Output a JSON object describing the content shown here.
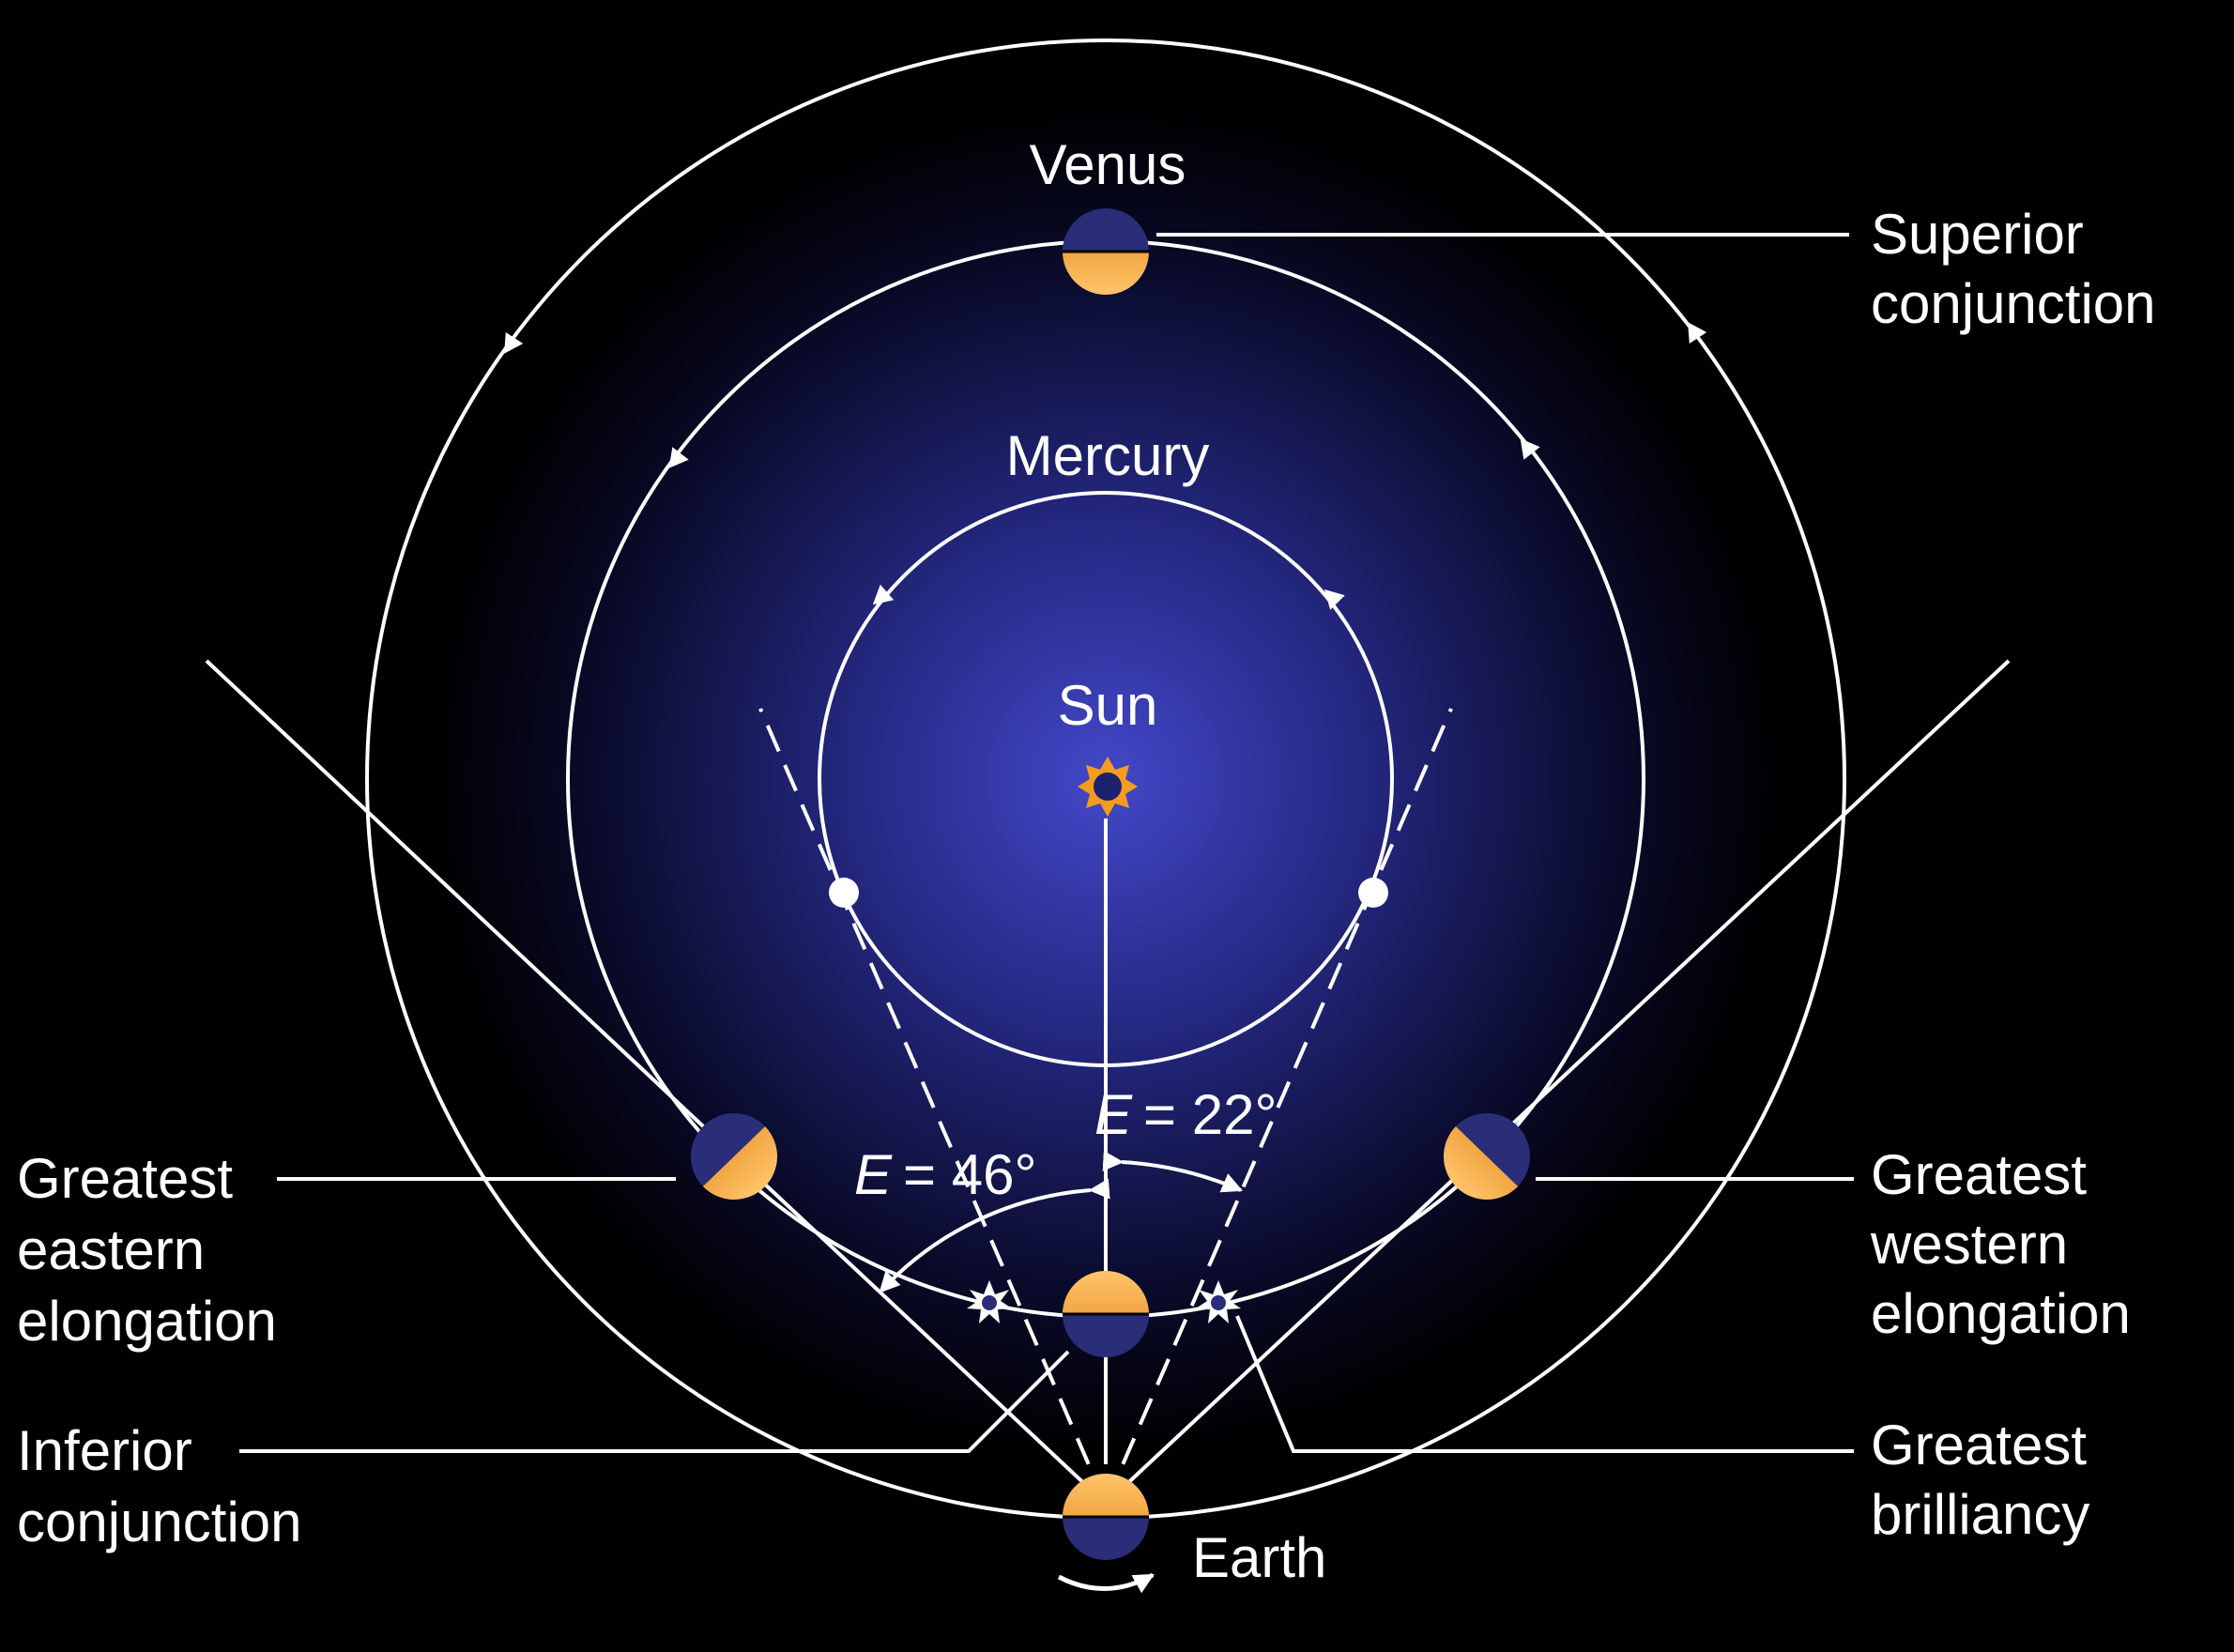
{
  "labels": {
    "venus": "Venus",
    "mercury": "Mercury",
    "sun": "Sun",
    "earth": "Earth"
  },
  "angles": {
    "venus_var": "E",
    "venus_val": "= 46°",
    "mercury_var": "E",
    "mercury_val": "= 22°"
  },
  "callouts": {
    "superior": [
      "Superior",
      "conjunction"
    ],
    "eastern": [
      "Greatest",
      "eastern",
      "elongation"
    ],
    "inferior": [
      "Inferior",
      "conjunction"
    ],
    "western": [
      "Greatest",
      "western",
      "elongation"
    ],
    "brilliancy": [
      "Greatest",
      "brilliancy"
    ]
  },
  "colors": {
    "background": "#000000",
    "glow": "#2b2f8f",
    "planet_lit": "#f0a133",
    "planet_dark": "#2a2e78",
    "sun": "#f39c1f",
    "line": "#ffffff"
  }
}
